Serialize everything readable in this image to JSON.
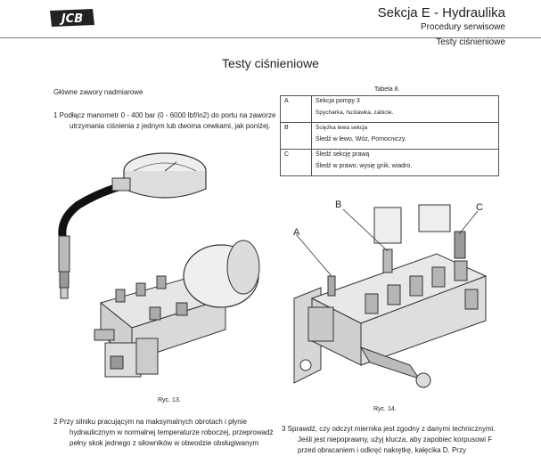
{
  "header": {
    "logo_text": "JCB",
    "title": "Sekcja E - Hydraulika",
    "subtitle": "Procedury serwisowe",
    "section": "Testy ciśnieniowe"
  },
  "main_title": "Testy ciśnieniowe",
  "left": {
    "heading": "Główne zawory nadmiarowe",
    "step1_line1": "1  Podłącz manometr 0 - 400 bar (0 - 6000 lbf/in2) do portu na zaworze",
    "step1_line2": "utrzymania ciśnienia z jednym lub dwoma cewkami, jak poniżej.",
    "fig_caption": "Ryc. 13.",
    "step2_line1": "2  Przy silniku pracującym na maksymalnych obrotach i płynie",
    "step2_line2": "hydraulicznym w normalnej temperaturze roboczej, przeprowadź",
    "step2_line3": "pełny skok jednego z siłowników w obwodzie obsługiwanym"
  },
  "table": {
    "caption": "Tabela 8.",
    "rows": [
      {
        "key": "A",
        "l1": "Sekcja pompy 3",
        "l2": "Spycharka, huśtawka, zabicie."
      },
      {
        "key": "B",
        "l1": "Ściężka lewa sekcja",
        "l2": "Śledź w lewo, Wóz, Pomocniczy."
      },
      {
        "key": "C",
        "l1": "Śledź sekcję  prawą",
        "l2": "Śledź w prawo, wysię gnik, wiadro."
      }
    ]
  },
  "right": {
    "label_a": "A",
    "label_b": "B",
    "label_c": "C",
    "fig_caption": "Ryc. 14.",
    "step3_line1": "3  Sprawdź, czy odczyt miernika jest zgodny z danymi technicznymi.",
    "step3_line2": "Jeśli jest niepoprawny, użyj klucza, aby zapobiec korpusowi F",
    "step3_line3": "przed obracaniem i odkręć nakrętkę, kałęcika D. Przy"
  }
}
